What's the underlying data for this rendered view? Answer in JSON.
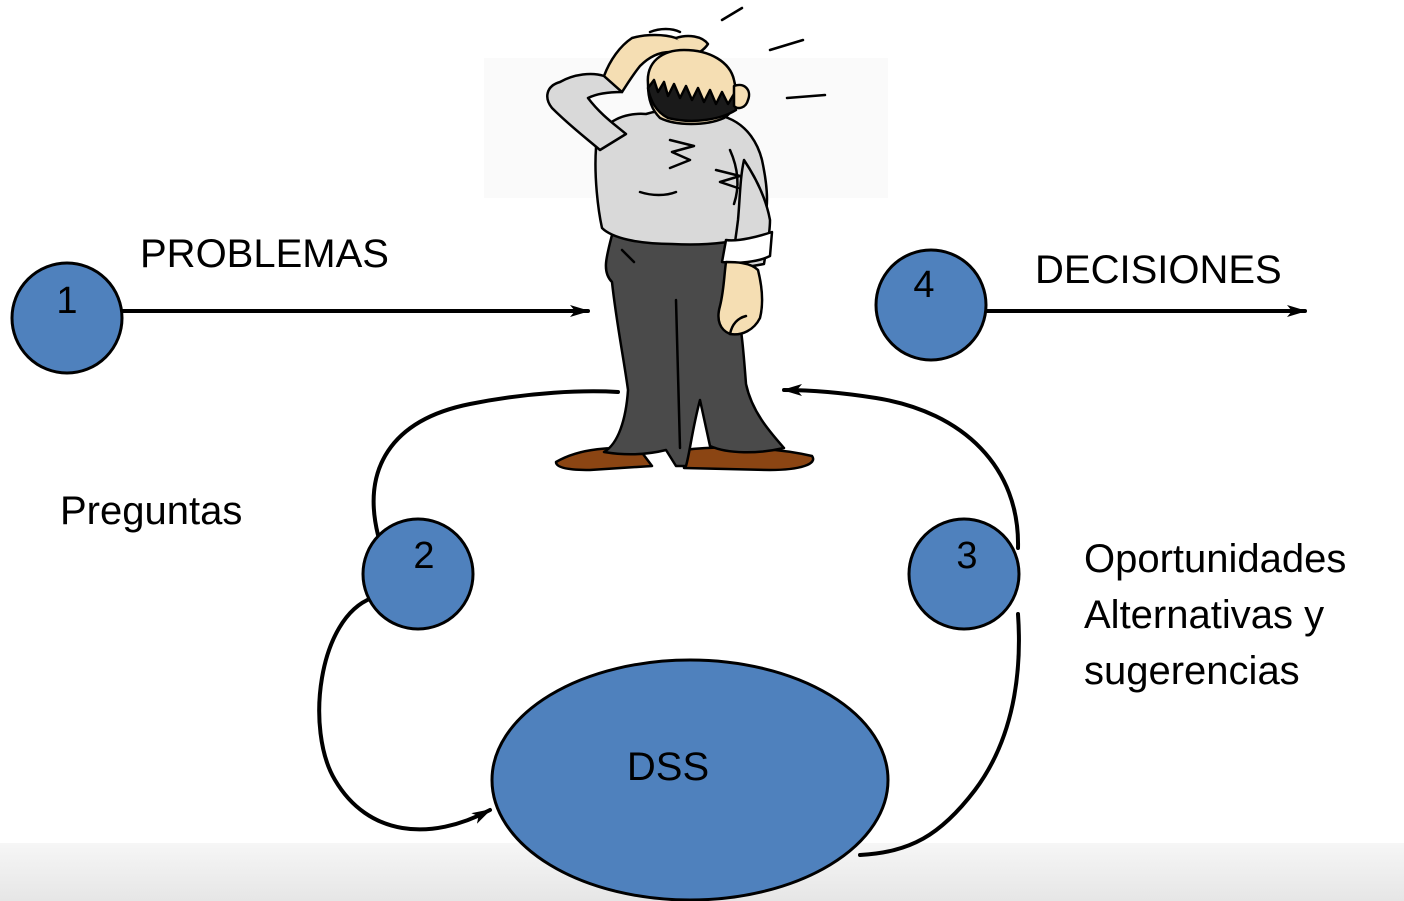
{
  "labels": {
    "problemas": "PROBLEMAS",
    "decisiones": "DECISIONES",
    "preguntas": "Preguntas",
    "oportunidades": "Oportunidades",
    "alternativas": "Alternativas y",
    "sugerencias": "sugerencias",
    "dss": "DSS"
  },
  "steps": {
    "one": "1",
    "two": "2",
    "three": "3",
    "four": "4"
  },
  "figure": {
    "icon": "confused-man-scratching-head"
  },
  "colors": {
    "node_fill": "#4f81bd",
    "node_stroke": "#000000",
    "arrow": "#000000",
    "background": "#ffffff",
    "footer_band": "#ececec"
  }
}
